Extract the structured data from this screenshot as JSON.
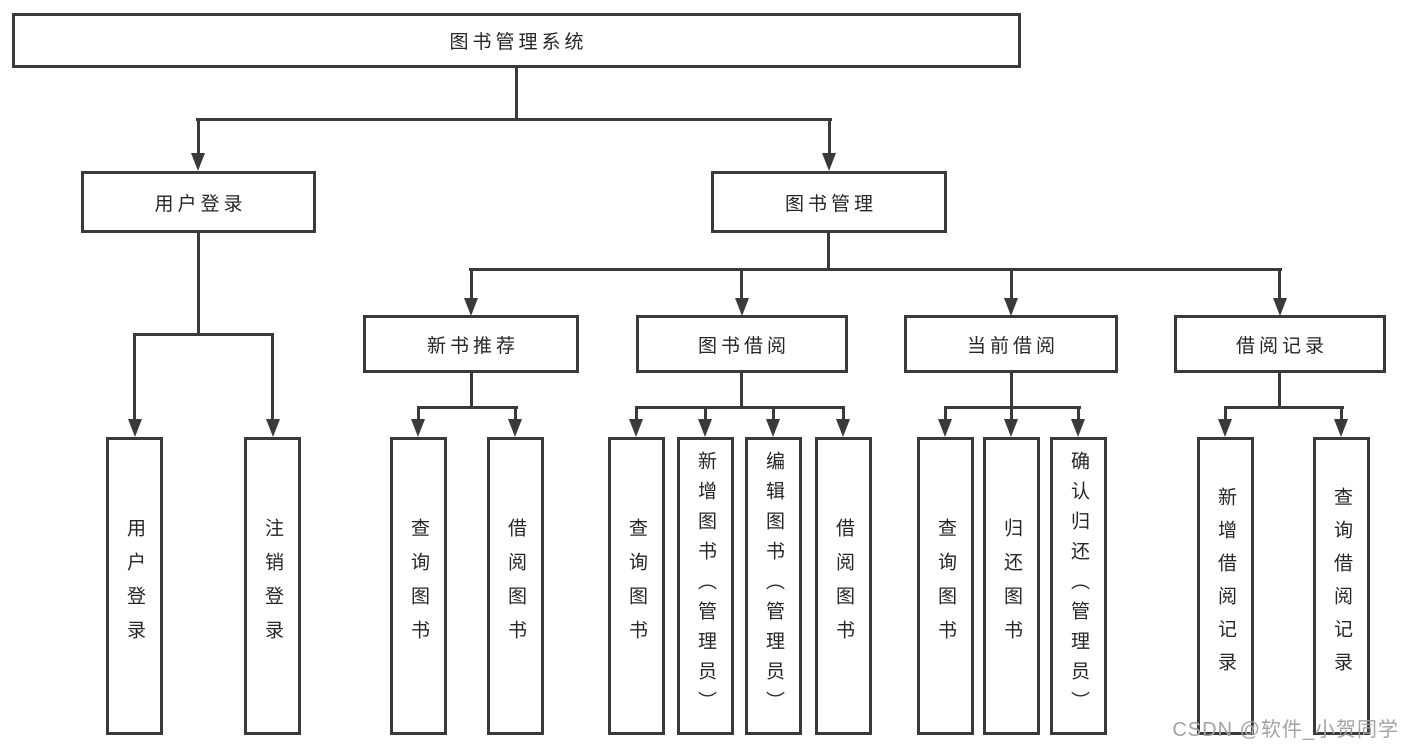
{
  "diagram": {
    "type": "hierarchy-flowchart",
    "tree": {
      "root": {
        "label": "图书管理系统"
      },
      "branches": [
        {
          "label": "用户登录",
          "children": [
            "用户登录",
            "注销登录"
          ]
        },
        {
          "label": "图书管理",
          "children": [
            {
              "label": "新书推荐",
              "children": [
                "查询图书",
                "借阅图书"
              ]
            },
            {
              "label": "图书借阅",
              "children": [
                "查询图书",
                "新增图书（管理员）",
                "编辑图书（管理员）",
                "借阅图书"
              ]
            },
            {
              "label": "当前借阅",
              "children": [
                "查询图书",
                "归还图书",
                "确认归还（管理员）"
              ]
            },
            {
              "label": "借阅记录",
              "children": [
                "新增借阅记录",
                "查询借阅记录"
              ]
            }
          ]
        }
      ]
    },
    "colors": {
      "line": "#3a3a3a",
      "text": "#262626",
      "watermark": "#a3a3a3",
      "background": "#ffffff"
    }
  },
  "watermark": {
    "text": "CSDN @软件_小贺同学"
  }
}
